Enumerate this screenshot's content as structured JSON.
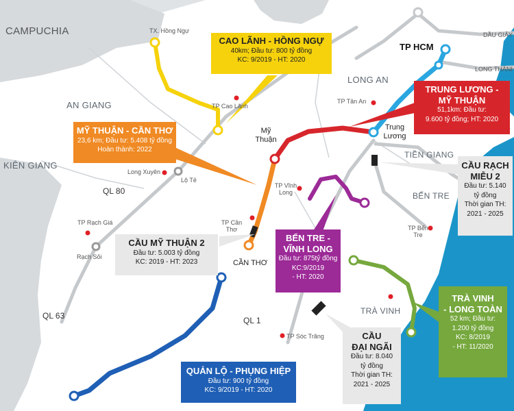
{
  "regions": {
    "campuchia": "CAMPUCHIA",
    "an_giang": "AN GIANG",
    "kien_giang": "KIÊN GIANG",
    "long_an": "LONG AN",
    "tien_giang": "TIỀN GIANG",
    "ben_tre": "BẾN TRE",
    "tra_vinh": "TRÀ VINH"
  },
  "roads": {
    "ql80": "QL 80",
    "ql63": "QL 63",
    "ql1": "QL 1"
  },
  "places": {
    "tx_hong_ngu": "TX. Hồng Ngự",
    "tp_cao_lanh": "TP Cao Lãnh",
    "long_xuyen": "Long Xuyên",
    "lo_te": "Lộ Tẻ",
    "tp_rach_gia": "TP Rạch Giá",
    "rach_soi": "Rạch Sỏi",
    "tp_can_tho": "TP Cần Thơ",
    "can_tho": "CẦN THƠ",
    "my_thuan": "Mỹ Thuận",
    "tp_vinh_long": "TP Vĩnh Long",
    "tp_tan_an": "TP Tân An",
    "trung_luong": "Trung Lương",
    "tp_hcm": "TP HCM",
    "dau_giay": "DẦU GIÂY",
    "long_thanh": "LONG THÀNH",
    "tp_ben_tre": "TP Bến Tre",
    "tp_soc_trang": "TP Sóc Trăng"
  },
  "callouts": {
    "cao_lanh_hong_ngu": {
      "title": "CAO LÃNH - HỒNG NGỰ",
      "line1": "40km; Đầu tư: 800 tỷ đồng",
      "line2": "KC: 9/2019 - HT: 2020",
      "color": "#f5d20c"
    },
    "my_thuan_can_tho": {
      "title": "MỸ THUẬN - CẦN THƠ",
      "line1": "23,6 km; Đầu tư: 5.408 tỷ đồng",
      "line2": "Hoàn thành: 2022",
      "color": "#f08a24"
    },
    "trung_luong_my_thuan": {
      "title1": "TRUNG LƯƠNG -",
      "title2": "MỸ THUẬN",
      "line1": "51,1km: Đầu tư:",
      "line2": "9.600 tỷ đồng;  HT: 2020",
      "color": "#d7262b"
    },
    "cau_rach_mieu_2": {
      "title1": "CẦU RẠCH",
      "title2": "MIỄU 2",
      "line1": "Đầu tư: 5.140",
      "line2": "tỷ đồng",
      "line3": "Thời gian TH:",
      "line4": "2021 - 2025",
      "color": "#e8e8e8"
    },
    "cau_my_thuan_2": {
      "title": "CẦU MỸ THUẬN 2",
      "line1": "Đầu tư: 5.003 tỷ đồng",
      "line2": "KC: 2019 - HT: 2023",
      "color": "#e8e8e8"
    },
    "ben_tre_vinh_long": {
      "title1": "BẾN TRE -",
      "title2": "VĨNH LONG",
      "line1": "Đầu tư: 875tỷ đồng",
      "line2": "KC:9/2019",
      "line3": "- HT: 2020",
      "color": "#9c2a97"
    },
    "tra_vinh_long_toan": {
      "title1": "TRÀ VINH",
      "title2": "- LONG TOÀN",
      "line1": "52 km; Đầu tư:",
      "line2": "1.200 tỷ đồng",
      "line3": "KC: 8/2019",
      "line4": "- HT: 11/2020",
      "color": "#76a83e"
    },
    "cau_dai_ngai": {
      "title1": "CẦU",
      "title2": "ĐẠI NGÃI",
      "line1": "Đầu tư: 8.040",
      "line2": "tỷ đồng",
      "line3": "Thời gian TH:",
      "line4": "2021 - 2025",
      "color": "#e8e8e8"
    },
    "quan_lo_phung_hiep": {
      "title": "QUẢN LỘ - PHỤNG HIỆP",
      "line1": "Đầu tư: 900 tỷ đồng",
      "line2": "KC: 9/2019 - HT: 2020",
      "color": "#1f5fb5"
    }
  },
  "colors": {
    "land": "#ffffff",
    "water": "#dfe3e6",
    "border_land": "#c9ced3",
    "sea": "#1b95c9",
    "expressway_gray": "#c6c9cc",
    "tp_hcm_line": "#2aa6e0",
    "city_dot": "#e01f26"
  }
}
